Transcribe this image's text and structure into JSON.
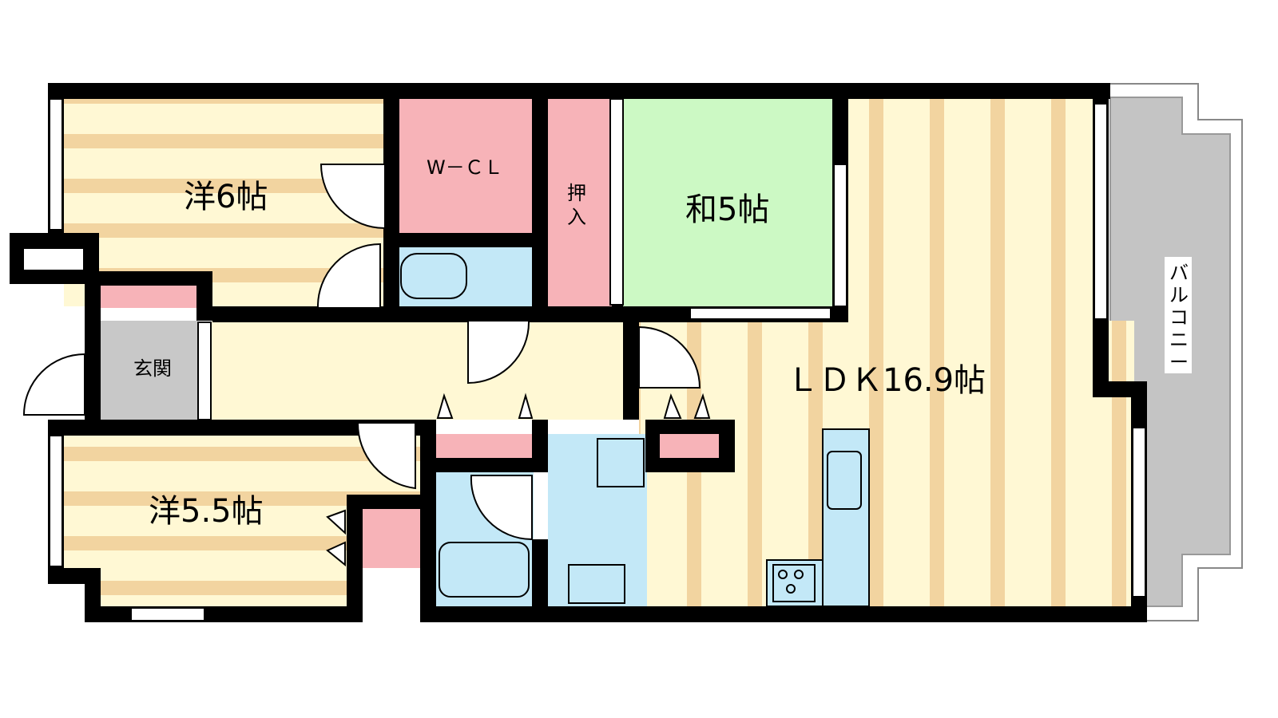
{
  "rooms": {
    "western_6": "洋6帖",
    "wcl": "W－ＣＬ",
    "oshiire_1": "押",
    "oshiire_2": "入",
    "japanese_5": "和5帖",
    "ldk": "ＬＤＫ16.9帖",
    "balcony": [
      "バ",
      "ル",
      "コ",
      "ニ",
      "ー"
    ],
    "entrance": "玄関",
    "western_55": "洋5.5帖"
  },
  "colors": {
    "wall": "#000000",
    "floor_light": "#fff8d4",
    "floor_stripe": "#f2d4a0",
    "closet": "#f7b3b8",
    "japanese": "#ccf9c4",
    "wet_area": "#c3e8f7",
    "entrance": "#c8c8c8",
    "balcony": "#c4c4c4"
  }
}
